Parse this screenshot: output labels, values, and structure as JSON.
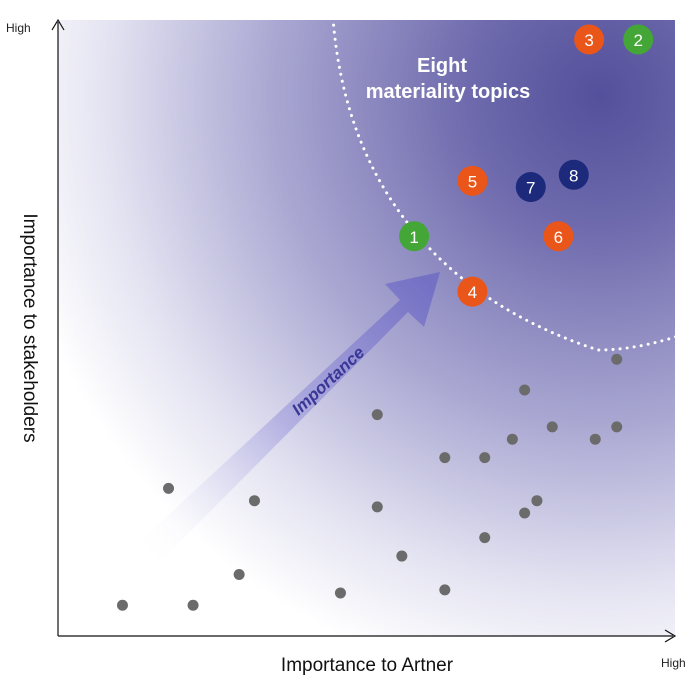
{
  "chart_data": {
    "type": "scatter",
    "title": "",
    "xlabel": "Importance to Artner",
    "ylabel": "Importance to stakeholders",
    "x_high_label": "High",
    "y_high_label": "High",
    "xlim": [
      0,
      100
    ],
    "ylim": [
      0,
      100
    ],
    "grid": false,
    "legend": "none",
    "callout": [
      "Eight",
      "materiality topics"
    ],
    "arrow_label": "Importance",
    "colors": {
      "green": "#44a637",
      "orange": "#ea5519",
      "navy": "#1d2a7c",
      "gray": "#6b6b6b",
      "region": "#5a55a0",
      "arrow": "#7470c4"
    },
    "material_topics": [
      {
        "label": "1",
        "x": 58,
        "y": 65,
        "color": "green"
      },
      {
        "label": "2",
        "x": 94.5,
        "y": 97,
        "color": "green"
      },
      {
        "label": "3",
        "x": 86.5,
        "y": 97,
        "color": "orange"
      },
      {
        "label": "4",
        "x": 67.5,
        "y": 56,
        "color": "orange"
      },
      {
        "label": "5",
        "x": 67.5,
        "y": 74,
        "color": "orange"
      },
      {
        "label": "6",
        "x": 81.5,
        "y": 65,
        "color": "orange"
      },
      {
        "label": "7",
        "x": 77,
        "y": 73,
        "color": "navy"
      },
      {
        "label": "8",
        "x": 84,
        "y": 75,
        "color": "navy"
      }
    ],
    "other_topics": [
      {
        "x": 10.5,
        "y": 5
      },
      {
        "x": 18,
        "y": 24
      },
      {
        "x": 22,
        "y": 5
      },
      {
        "x": 29.5,
        "y": 10
      },
      {
        "x": 32,
        "y": 22
      },
      {
        "x": 46,
        "y": 7
      },
      {
        "x": 52,
        "y": 36
      },
      {
        "x": 52,
        "y": 21
      },
      {
        "x": 56,
        "y": 13
      },
      {
        "x": 63,
        "y": 29
      },
      {
        "x": 63,
        "y": 7.5
      },
      {
        "x": 69.5,
        "y": 29
      },
      {
        "x": 69.5,
        "y": 16
      },
      {
        "x": 74,
        "y": 32
      },
      {
        "x": 76,
        "y": 40
      },
      {
        "x": 76,
        "y": 20
      },
      {
        "x": 78,
        "y": 22
      },
      {
        "x": 80.5,
        "y": 34
      },
      {
        "x": 87.5,
        "y": 32
      },
      {
        "x": 91,
        "y": 45
      },
      {
        "x": 91,
        "y": 34
      }
    ]
  }
}
